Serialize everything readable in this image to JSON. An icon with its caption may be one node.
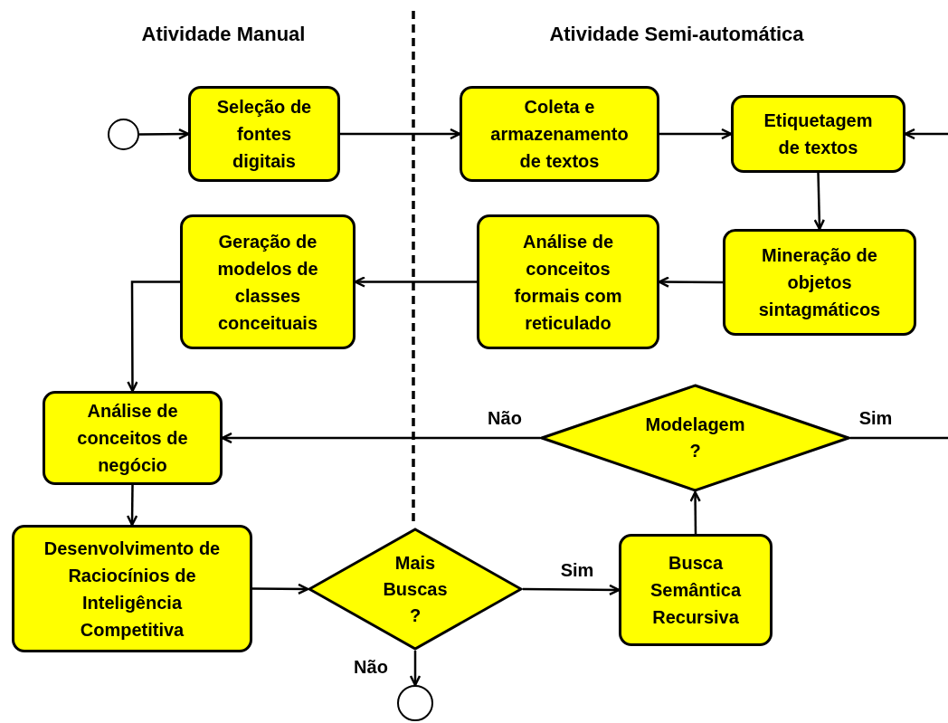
{
  "diagram": {
    "nodes": [
      {
        "text": [],
        "shape": "circle"
      },
      {
        "text": [
          "Seleção de fontes digitais"
        ]
      },
      {
        "text": [
          "Coleta e armazenamento de textos"
        ]
      },
      {
        "text": [
          "Etiquetagem de textos"
        ]
      },
      {
        "text": [
          "Mineração de objetos sintagmáticos"
        ]
      },
      {
        "text": [
          "Análise de conceitos formais com reticulado"
        ]
      },
      {
        "text": [
          "Geração de modelos de classes conceituais"
        ]
      },
      {
        "text": [
          "Análise de conceitos de negócio"
        ]
      },
      {
        "text": [
          "Modelagem ?"
        ]
      },
      {
        "text": [
          "Desenvolvimento de Raciocínios de Inteligência Competitiva"
        ]
      },
      {
        "text": [
          "Mais Buscas ?"
        ]
      },
      {
        "text": [
          "Busca Semântica Recursiva"
        ]
      },
      {
        "text": [],
        "shape": "circle"
      }
    ],
    "edges": [
      {
        "from": 0,
        "to": 1,
        "arrow": "to"
      },
      {
        "from": 1,
        "to": 2,
        "arrow": "to"
      },
      {
        "from": 2,
        "to": 3,
        "arrow": "to"
      },
      {
        "from": null,
        "to": 3,
        "arrow": "to"
      },
      {
        "from": 3,
        "to": 4,
        "arrow": "to"
      },
      {
        "from": 4,
        "to": 5,
        "arrow": "to"
      },
      {
        "from": 5,
        "to": 6,
        "arrow": "to"
      },
      {
        "from": 6,
        "to": 7,
        "arrow": "to"
      },
      {
        "from": 8,
        "to": 7,
        "arrow": "to",
        "label": "Não"
      },
      {
        "from": 8,
        "to": null,
        "arrow": "none",
        "label": "Sim"
      },
      {
        "from": 7,
        "to": 9,
        "arrow": "to"
      },
      {
        "from": 9,
        "to": 10,
        "arrow": "to"
      },
      {
        "from": 10,
        "to": 11,
        "arrow": "to",
        "label": "Sim"
      },
      {
        "from": 11,
        "to": 8,
        "arrow": "to"
      },
      {
        "from": 10,
        "to": 12,
        "arrow": "to",
        "label": "Não"
      }
    ],
    "labels": [
      "Atividade Manual",
      "Atividade Semi-automática"
    ]
  }
}
